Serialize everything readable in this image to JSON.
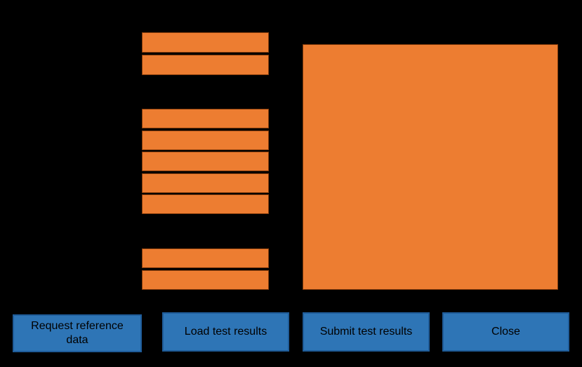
{
  "window": {
    "background": "#000000"
  },
  "colors": {
    "field_fill": "#ED7D31",
    "field_border": "#843C0C",
    "button_fill": "#2E75B6",
    "button_border": "#1F5C99",
    "button_text": "#000000"
  },
  "form": {
    "field_groups": [
      {
        "id": "top",
        "field_count": 2
      },
      {
        "id": "middle",
        "field_count": 5
      },
      {
        "id": "bottom",
        "field_count": 2
      }
    ],
    "results_panel": {
      "value": ""
    }
  },
  "buttons": [
    {
      "id": "request-reference-data",
      "label": "Request reference data"
    },
    {
      "id": "load-test-results",
      "label": "Load test results"
    },
    {
      "id": "submit-test-results",
      "label": "Submit test results"
    },
    {
      "id": "close",
      "label": "Close"
    }
  ]
}
